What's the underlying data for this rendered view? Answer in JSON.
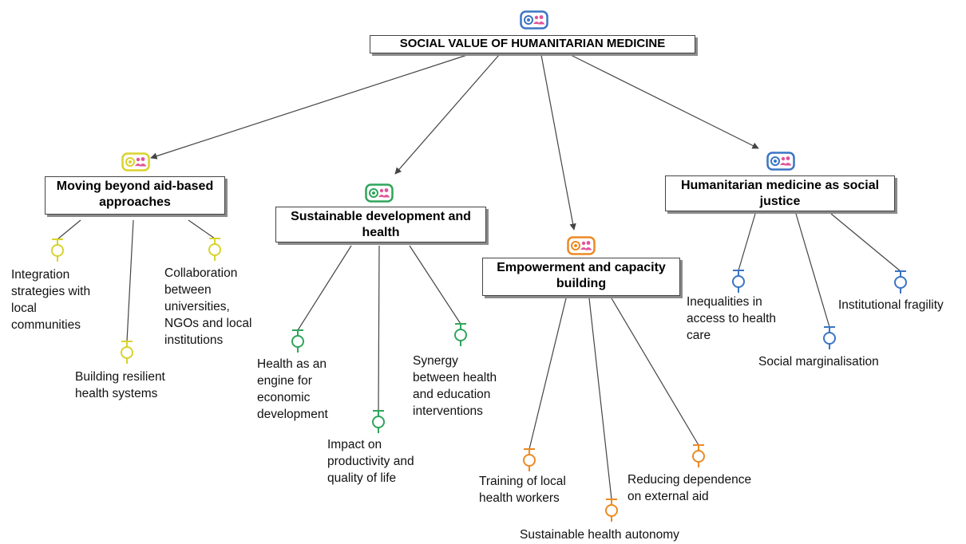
{
  "root": {
    "title": "SOCIAL VALUE OF HUMANITARIAN MEDICINE"
  },
  "colors": {
    "yellow": "#d8d32c",
    "green": "#2fa55a",
    "orange": "#ec8a23",
    "blue": "#3b75c4",
    "root": "#3b75c4",
    "badge_person": "#e0559a",
    "edge": "#444444"
  },
  "categories": [
    {
      "title": "Moving beyond aid-based\napproaches",
      "color_key": "yellow",
      "icon": "idea-person-icon",
      "leaves": [
        {
          "text": "Integration\nstrategies with\nlocal\ncommunities"
        },
        {
          "text": "Building resilient\nhealth systems"
        },
        {
          "text": "Collaboration\nbetween\nuniversities,\nNGOs and local\ninstitutions"
        }
      ]
    },
    {
      "title": "Sustainable development and\nhealth",
      "color_key": "green",
      "icon": "idea-person-icon",
      "leaves": [
        {
          "text": "Health as an\nengine for\neconomic\ndevelopment"
        },
        {
          "text": "Impact on\nproductivity and\nquality of life"
        },
        {
          "text": "Synergy\nbetween health\nand education\ninterventions"
        }
      ]
    },
    {
      "title": "Empowerment and capacity\nbuilding",
      "color_key": "orange",
      "icon": "idea-person-icon",
      "leaves": [
        {
          "text": "Training of local\nhealth workers"
        },
        {
          "text": "Sustainable health autonomy"
        },
        {
          "text": "Reducing dependence\non external aid"
        }
      ]
    },
    {
      "title": "Humanitarian medicine as social\njustice",
      "color_key": "blue",
      "icon": "idea-person-icon",
      "leaves": [
        {
          "text": "Inequalities in\naccess to health\ncare"
        },
        {
          "text": "Social marginalisation"
        },
        {
          "text": "Institutional fragility"
        }
      ]
    }
  ]
}
